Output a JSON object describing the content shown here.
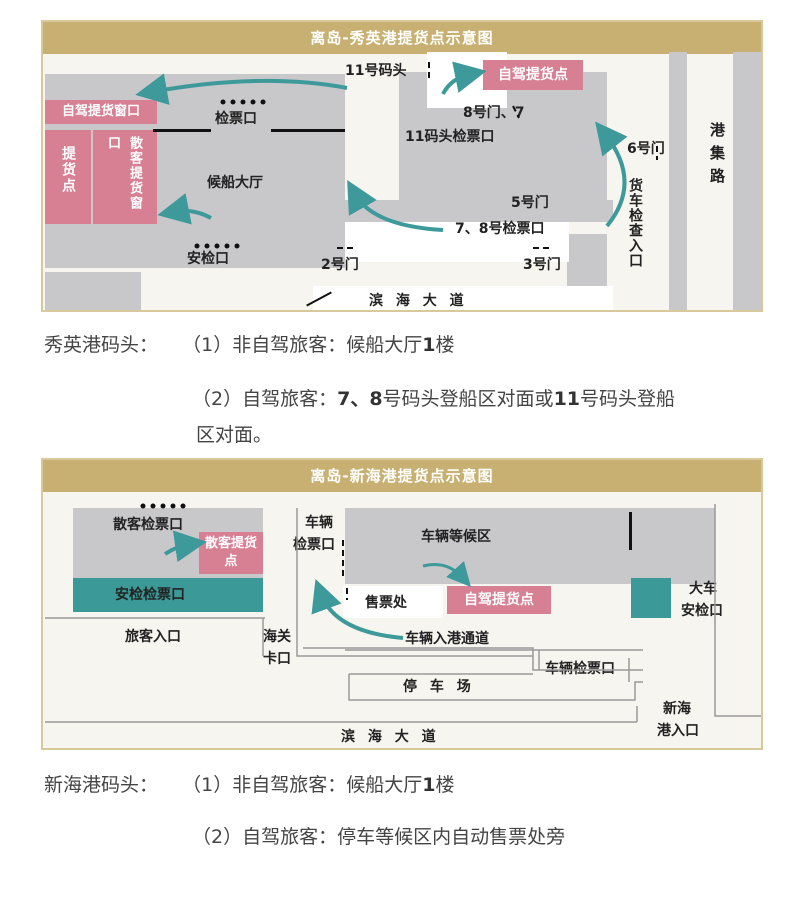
{
  "map1": {
    "title": "离岛-秀英港提货点示意图",
    "labels": {
      "wharf11": "11号码头",
      "selfdrive_pickup": "自驾提货点",
      "gate8": "8号门、7",
      "wharf11_ticket": "11码头检票口",
      "gate6": "6号门",
      "road_gangji": "港集路",
      "selfdrive_window": "自驾提货窗口",
      "ticket_gate": "检票口",
      "pickup_point": "提货点",
      "walkin_window": "散客提货窗口",
      "waiting_hall": "候船大厅",
      "gate5": "5号门",
      "gate78_ticket": "7、8号检票口",
      "truck_check": "货车检查入口",
      "security": "安检口",
      "gate2": "2号门",
      "gate3": "3号门",
      "road_binhai": "滨 海 大 道"
    }
  },
  "notes1": {
    "prefix": "秀英港码头：",
    "line1_pre": "（1）非自驾旅客：候船大厅",
    "line1_bold": "1",
    "line1_post": "楼",
    "line2_a": "（2）自驾旅客：",
    "line2_b": "7、8",
    "line2_c": "号码头登船区对面或",
    "line2_d": "11",
    "line2_e": "号码头登船",
    "line3": "区对面。"
  },
  "map2": {
    "title": "离岛-新海港提货点示意图",
    "labels": {
      "walkin_ticket": "散客检票口",
      "walkin_pickup": "散客提货点",
      "vehicle_ticket_1": "车辆",
      "vehicle_ticket_2": "检票口",
      "vehicle_waiting": "车辆等候区",
      "security_ticket": "安检检票口",
      "ticket_office": "售票处",
      "selfdrive_pickup": "自驾提货点",
      "truck_security_1": "大车",
      "truck_security_2": "安检口",
      "passenger_entrance": "旅客入口",
      "customs_1": "海关",
      "customs_2": "卡口",
      "vehicle_channel": "车辆入港通道",
      "vehicle_ticket_office": "车辆检票口",
      "parking": "停 车 场",
      "xinhai_entrance_1": "新海",
      "xinhai_entrance_2": "港入口",
      "road_binhai": "滨 海 大 道"
    }
  },
  "notes2": {
    "prefix": "新海港码头：",
    "line1_pre": "（1）非自驾旅客：候船大厅",
    "line1_bold": "1",
    "line1_post": "楼",
    "line2": "（2）自驾旅客：停车等候区内自动售票处旁"
  },
  "colors": {
    "banner": "#c7b071",
    "pink": "#d77f93",
    "teal": "#3b9a98",
    "arrow": "#3e9a9a",
    "building": "#c8c8cb"
  }
}
